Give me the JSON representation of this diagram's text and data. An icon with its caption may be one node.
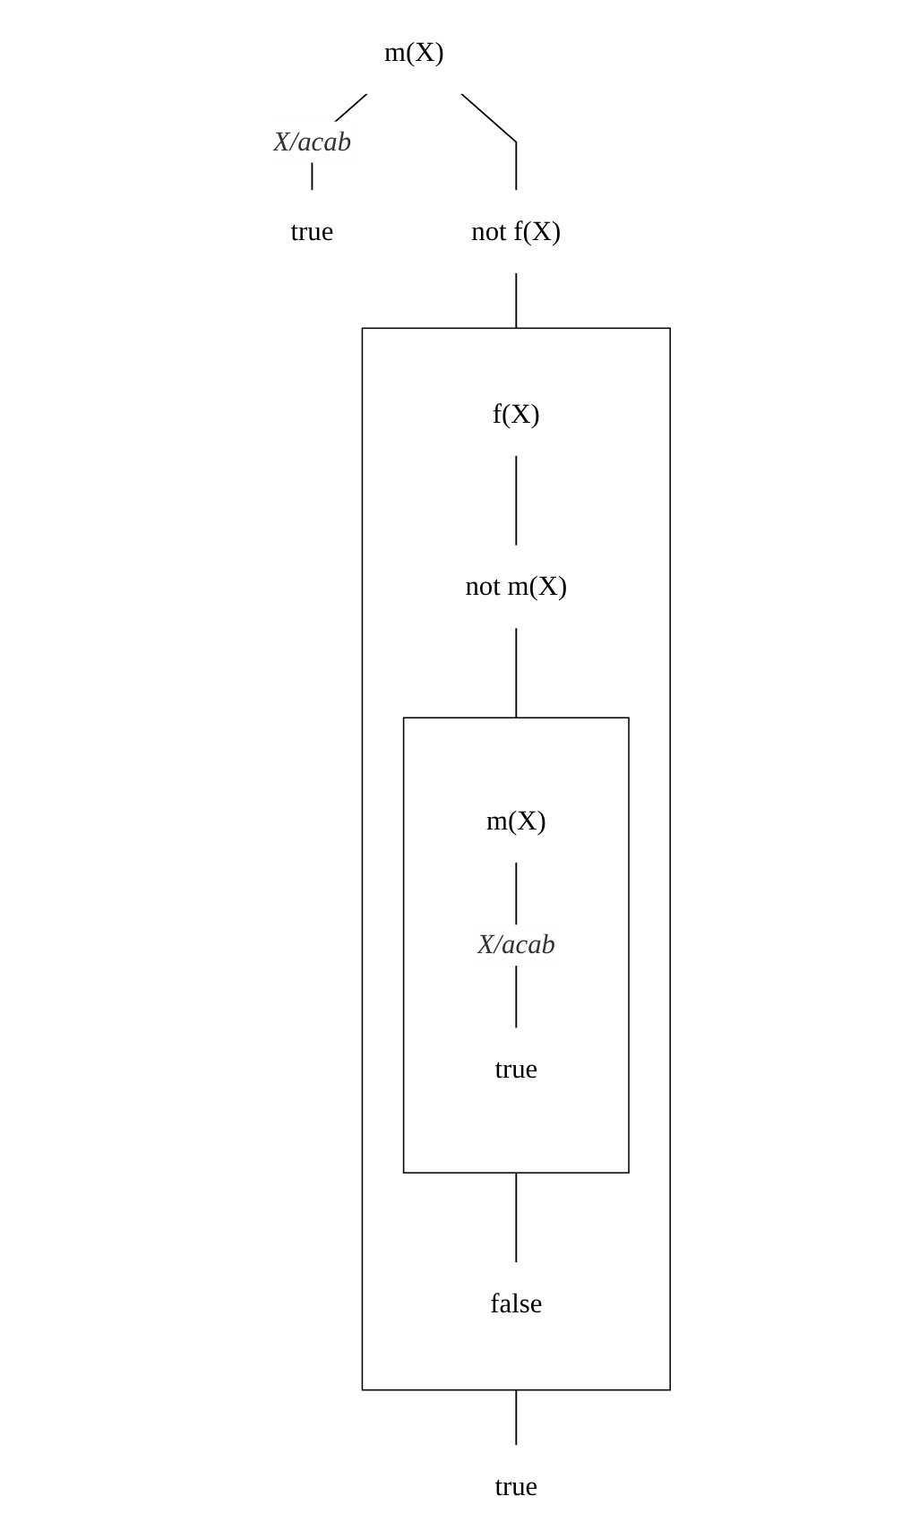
{
  "diagram": {
    "nodes": [
      {
        "text": [
          "m(X)"
        ]
      },
      {
        "text": [
          "true"
        ]
      },
      {
        "text": [
          "not f(X)"
        ]
      },
      {
        "text": [],
        "shape": "box"
      },
      {
        "text": [
          "f(X)"
        ],
        "in": 3
      },
      {
        "text": [
          "not m(X)"
        ],
        "in": 3
      },
      {
        "text": [],
        "shape": "box",
        "in": 3
      },
      {
        "text": [
          "m(X)"
        ],
        "in": 6
      },
      {
        "text": [
          "true"
        ],
        "in": 6
      },
      {
        "text": [
          "false"
        ],
        "in": 3
      },
      {
        "text": [
          "true"
        ]
      }
    ],
    "edges": [
      {
        "from": 0,
        "to": 1,
        "arrow": "none",
        "label": "X/acab"
      },
      {
        "from": 0,
        "to": 2,
        "arrow": "none"
      },
      {
        "from": 2,
        "to": 3,
        "arrow": "none"
      },
      {
        "from": 4,
        "to": 5,
        "arrow": "none"
      },
      {
        "from": 5,
        "to": 6,
        "arrow": "none"
      },
      {
        "from": 7,
        "to": 8,
        "arrow": "none",
        "label": "X/acab"
      },
      {
        "from": 6,
        "to": 9,
        "arrow": "none"
      },
      {
        "from": 3,
        "to": 10,
        "arrow": "none"
      }
    ]
  }
}
